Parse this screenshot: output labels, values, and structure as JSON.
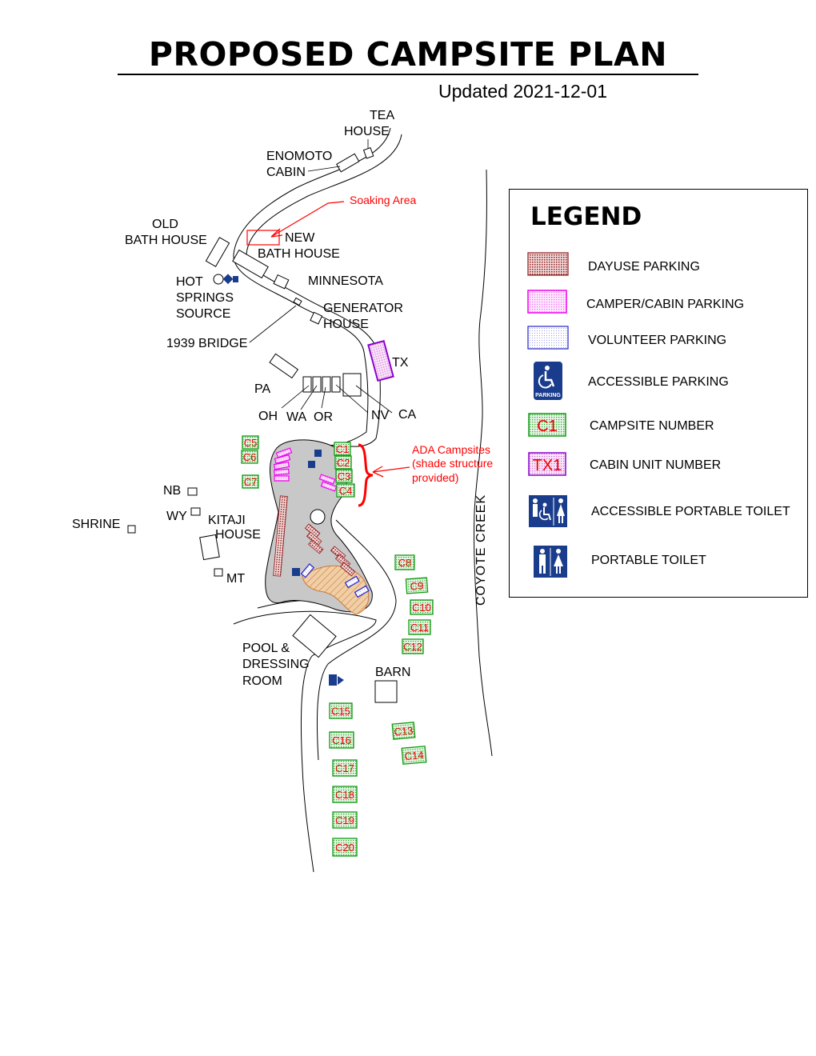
{
  "title": "PROPOSED CAMPSITE PLAN",
  "updated": "Updated 2021-12-01",
  "labels": {
    "tea_house_1": "TEA",
    "tea_house_2": "HOUSE",
    "enomoto_1": "ENOMOTO",
    "enomoto_2": "CABIN",
    "soaking_area": "Soaking Area",
    "old_bath_1": "OLD",
    "old_bath_2": "BATH HOUSE",
    "new_bath_1": "NEW",
    "new_bath_2": "BATH HOUSE",
    "hot_springs_1": "HOT",
    "hot_springs_2": "SPRINGS",
    "hot_springs_3": "SOURCE",
    "minnesota": "MINNESOTA",
    "generator_1": "GENERATOR",
    "generator_2": "HOUSE",
    "bridge": "1939 BRIDGE",
    "tx": "TX",
    "pa": "PA",
    "oh": "OH",
    "wa": "WA",
    "or": "OR",
    "nv": "NV",
    "ca": "CA",
    "ada_1": "ADA Campsites",
    "ada_2": "(shade structure",
    "ada_3": "provided)",
    "nb": "NB",
    "wy": "WY",
    "shrine": "SHRINE",
    "kitaji_1": "KITAJI",
    "kitaji_2": "HOUSE",
    "mt": "MT",
    "pool_1": "POOL &",
    "pool_2": "DRESSING",
    "pool_3": "ROOM",
    "barn": "BARN",
    "coyote_creek": "COYOTE CREEK"
  },
  "campsites": [
    "C1",
    "C2",
    "C3",
    "C4",
    "C5",
    "C6",
    "C7",
    "C8",
    "C9",
    "C10",
    "C11",
    "C12",
    "C13",
    "C14",
    "C15",
    "C16",
    "C17",
    "C18",
    "C19",
    "C20"
  ],
  "legend": {
    "title": "LEGEND",
    "items": [
      {
        "symbol": "dayuse-parking",
        "label": "DAYUSE PARKING"
      },
      {
        "symbol": "camper-cabin-parking",
        "label": "CAMPER/CABIN PARKING"
      },
      {
        "symbol": "volunteer-parking",
        "label": "VOLUNTEER PARKING"
      },
      {
        "symbol": "accessible-parking",
        "label": "ACCESSIBLE PARKING",
        "sign_text": "PARKING"
      },
      {
        "symbol": "campsite-number",
        "label": "CAMPSITE NUMBER",
        "sample": "C1"
      },
      {
        "symbol": "cabin-unit-number",
        "label": "CABIN UNIT NUMBER",
        "sample": "TX1"
      },
      {
        "symbol": "accessible-portable-toilet",
        "label": "ACCESSIBLE PORTABLE TOILET"
      },
      {
        "symbol": "portable-toilet",
        "label": "PORTABLE TOILET"
      }
    ]
  },
  "colors": {
    "dayuse": "#8b1a1a",
    "camper": "#ee00ee",
    "volunteer": "#2222cc",
    "campsite": "#119911",
    "campsite_text": "#ee0000",
    "cabin": "#8800cc",
    "accessible": "#1a3c8c",
    "annotation": "#ff0000",
    "lot": "#c8c8c8",
    "hatch": "#e07a1a"
  }
}
